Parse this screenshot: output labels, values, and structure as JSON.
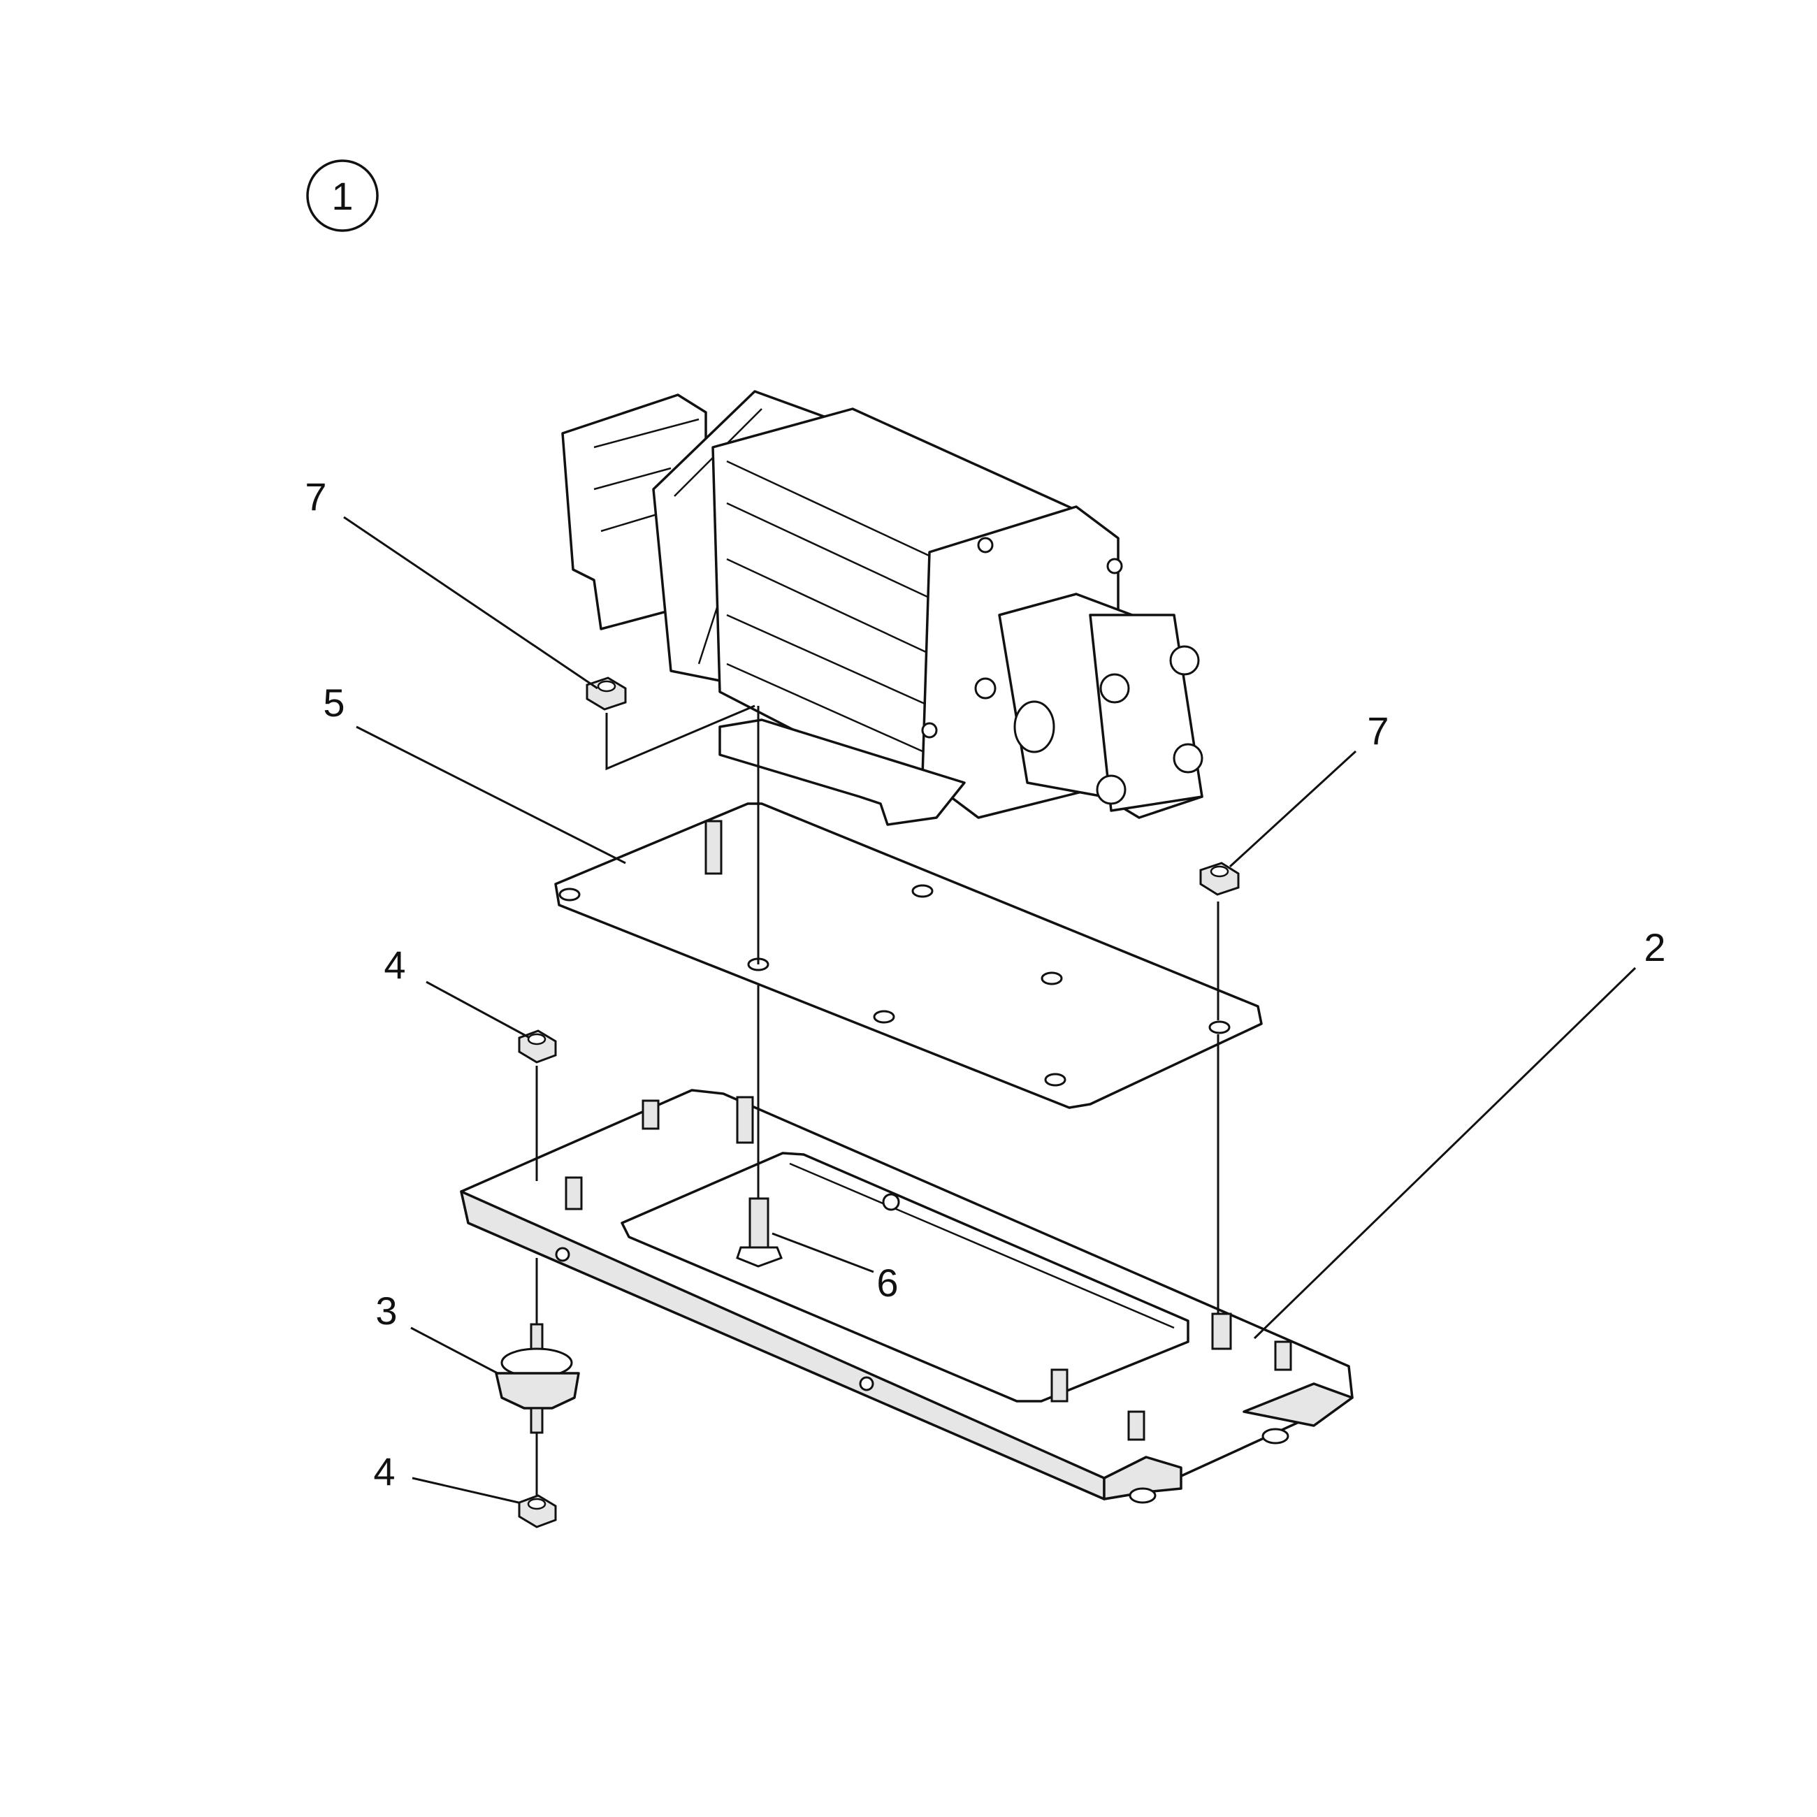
{
  "figure": {
    "view_number": "1"
  },
  "callouts": [
    {
      "id": "c7a",
      "label": "7"
    },
    {
      "id": "c5",
      "label": "5"
    },
    {
      "id": "c7b",
      "label": "7"
    },
    {
      "id": "c2",
      "label": "2"
    },
    {
      "id": "c4a",
      "label": "4"
    },
    {
      "id": "c6",
      "label": "6"
    },
    {
      "id": "c3",
      "label": "3"
    },
    {
      "id": "c4b",
      "label": "4"
    }
  ],
  "colors": {
    "line": "#111111",
    "plate_fill": "#ffffff",
    "part_shade": "#e6e6e6"
  }
}
